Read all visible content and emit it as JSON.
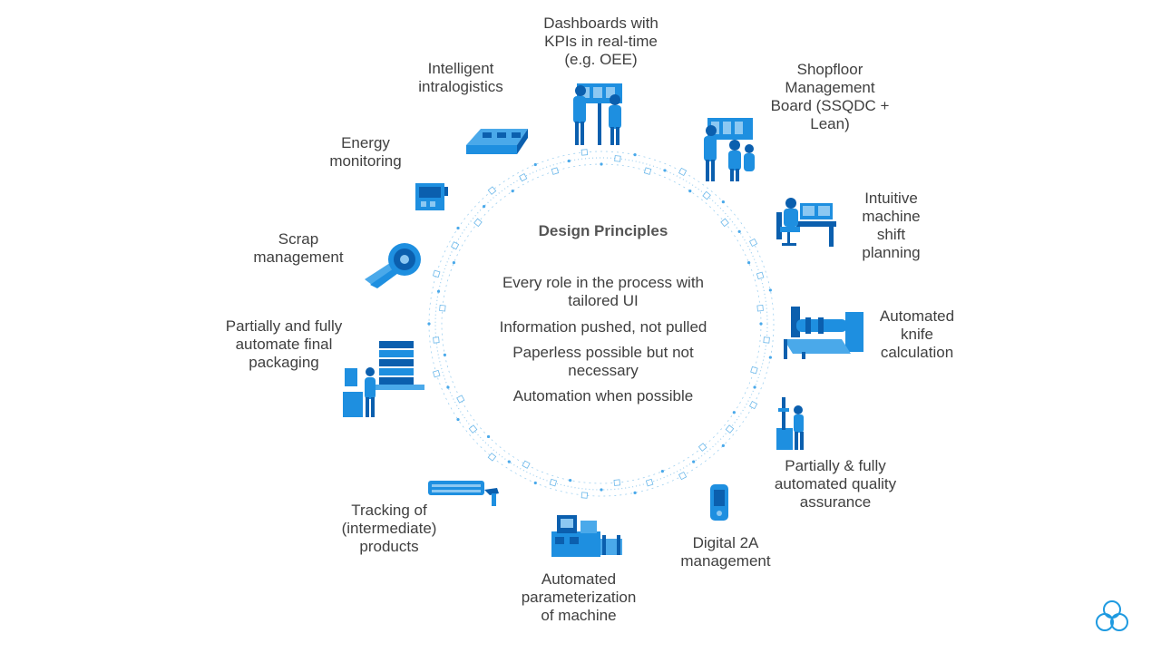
{
  "center": {
    "title": "Design Principles",
    "principles": [
      "Every role in the process with\ntailored UI",
      "Information pushed, not pulled",
      "Paperless possible but not\nnecessary",
      "Automation when possible"
    ]
  },
  "labels": {
    "dashboards": "Dashboards with\nKPIs in real-time\n(e.g. OEE)",
    "shopfloor": "Shopfloor\nManagement\nBoard (SSQDC +\nLean)",
    "shift_planning": "Intuitive\nmachine\nshift\nplanning",
    "knife": "Automated\nknife\ncalculation",
    "quality": "Partially & fully\nautomated quality\nassurance",
    "digital2a": "Digital 2A\nmanagement",
    "parameterization": "Automated\nparameterization\nof machine",
    "tracking": "Tracking of\n(intermediate)\nproducts",
    "packaging": "Partially and fully\nautomate final\npackaging",
    "scrap": "Scrap\nmanagement",
    "energy": "Energy\nmonitoring",
    "intralogistics": "Intelligent\nintralogistics"
  },
  "colors": {
    "icon_blue": "#1e8fe0",
    "icon_dark": "#0b5fae",
    "ring": "#9fd0f0",
    "text": "#404040"
  }
}
